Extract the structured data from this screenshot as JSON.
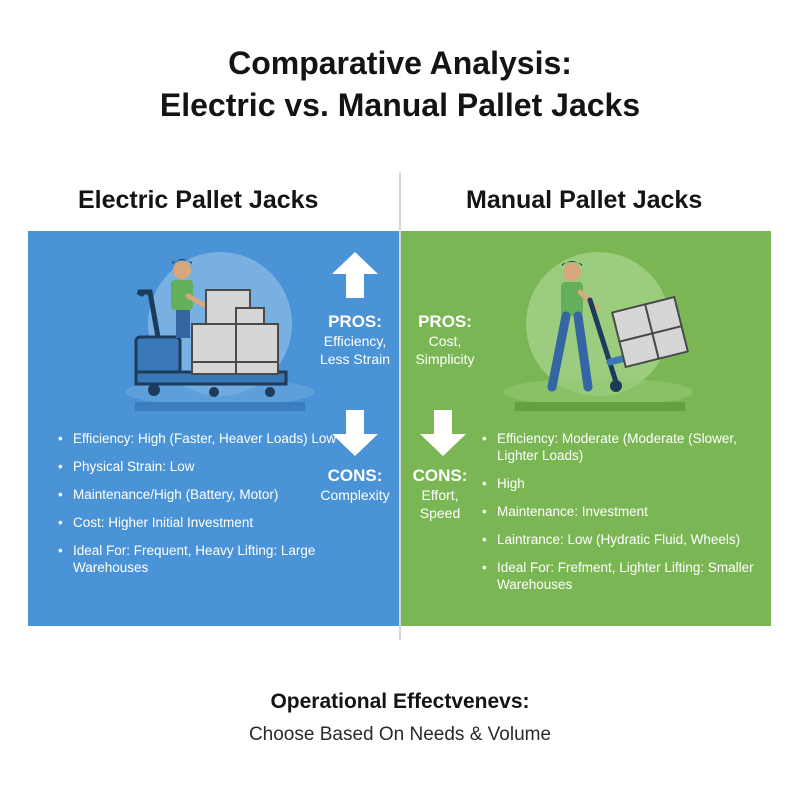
{
  "title_line1": "Comparative Analysis:",
  "title_line2": "Electric vs. Manual Pallet Jacks",
  "colors": {
    "electric": "#4a93d6",
    "manual": "#7ab754"
  },
  "electric": {
    "heading": "Electric Pallet Jacks",
    "illustration_icon": "worker-riding-electric-pallet-jack-icon",
    "pros_heading": "PROS:",
    "pros_line1": "Efficiency,",
    "pros_line2": "Less Strain",
    "cons_heading": "CONS:",
    "cons_line1": "Complexity",
    "bullets": [
      "Efficiency: High (Faster, Heaver Loads) Low",
      "Physical Strain: Low",
      "Maintenance/High (Battery, Motor)",
      "Cost: Higher Initial Investment",
      "Ideal For: Frequent, Heavy Lifting: Large Warehouses"
    ]
  },
  "manual": {
    "heading": "Manual Pallet Jacks",
    "illustration_icon": "worker-pushing-manual-pallet-jack-icon",
    "pros_heading": "PROS:",
    "pros_line1": "Cost,",
    "pros_line2": "Simplicity",
    "cons_heading": "CONS:",
    "cons_line1": "Effort,",
    "cons_line2": "Speed",
    "bullets": [
      "Efficiency: Moderate (Moderate (Slower, Lighter Loads)",
      "High",
      "Maintenance: Investment",
      "Laintrance: Low (Hydratic Fluid, Wheels)",
      "Ideal For: Frefment, Lighter Lifting: Smaller Warehouses"
    ]
  },
  "bullet_glyph": "•",
  "footer_bold": "Operational Effectvenevs:",
  "footer_sub": "Choose Based On Needs & Volume"
}
